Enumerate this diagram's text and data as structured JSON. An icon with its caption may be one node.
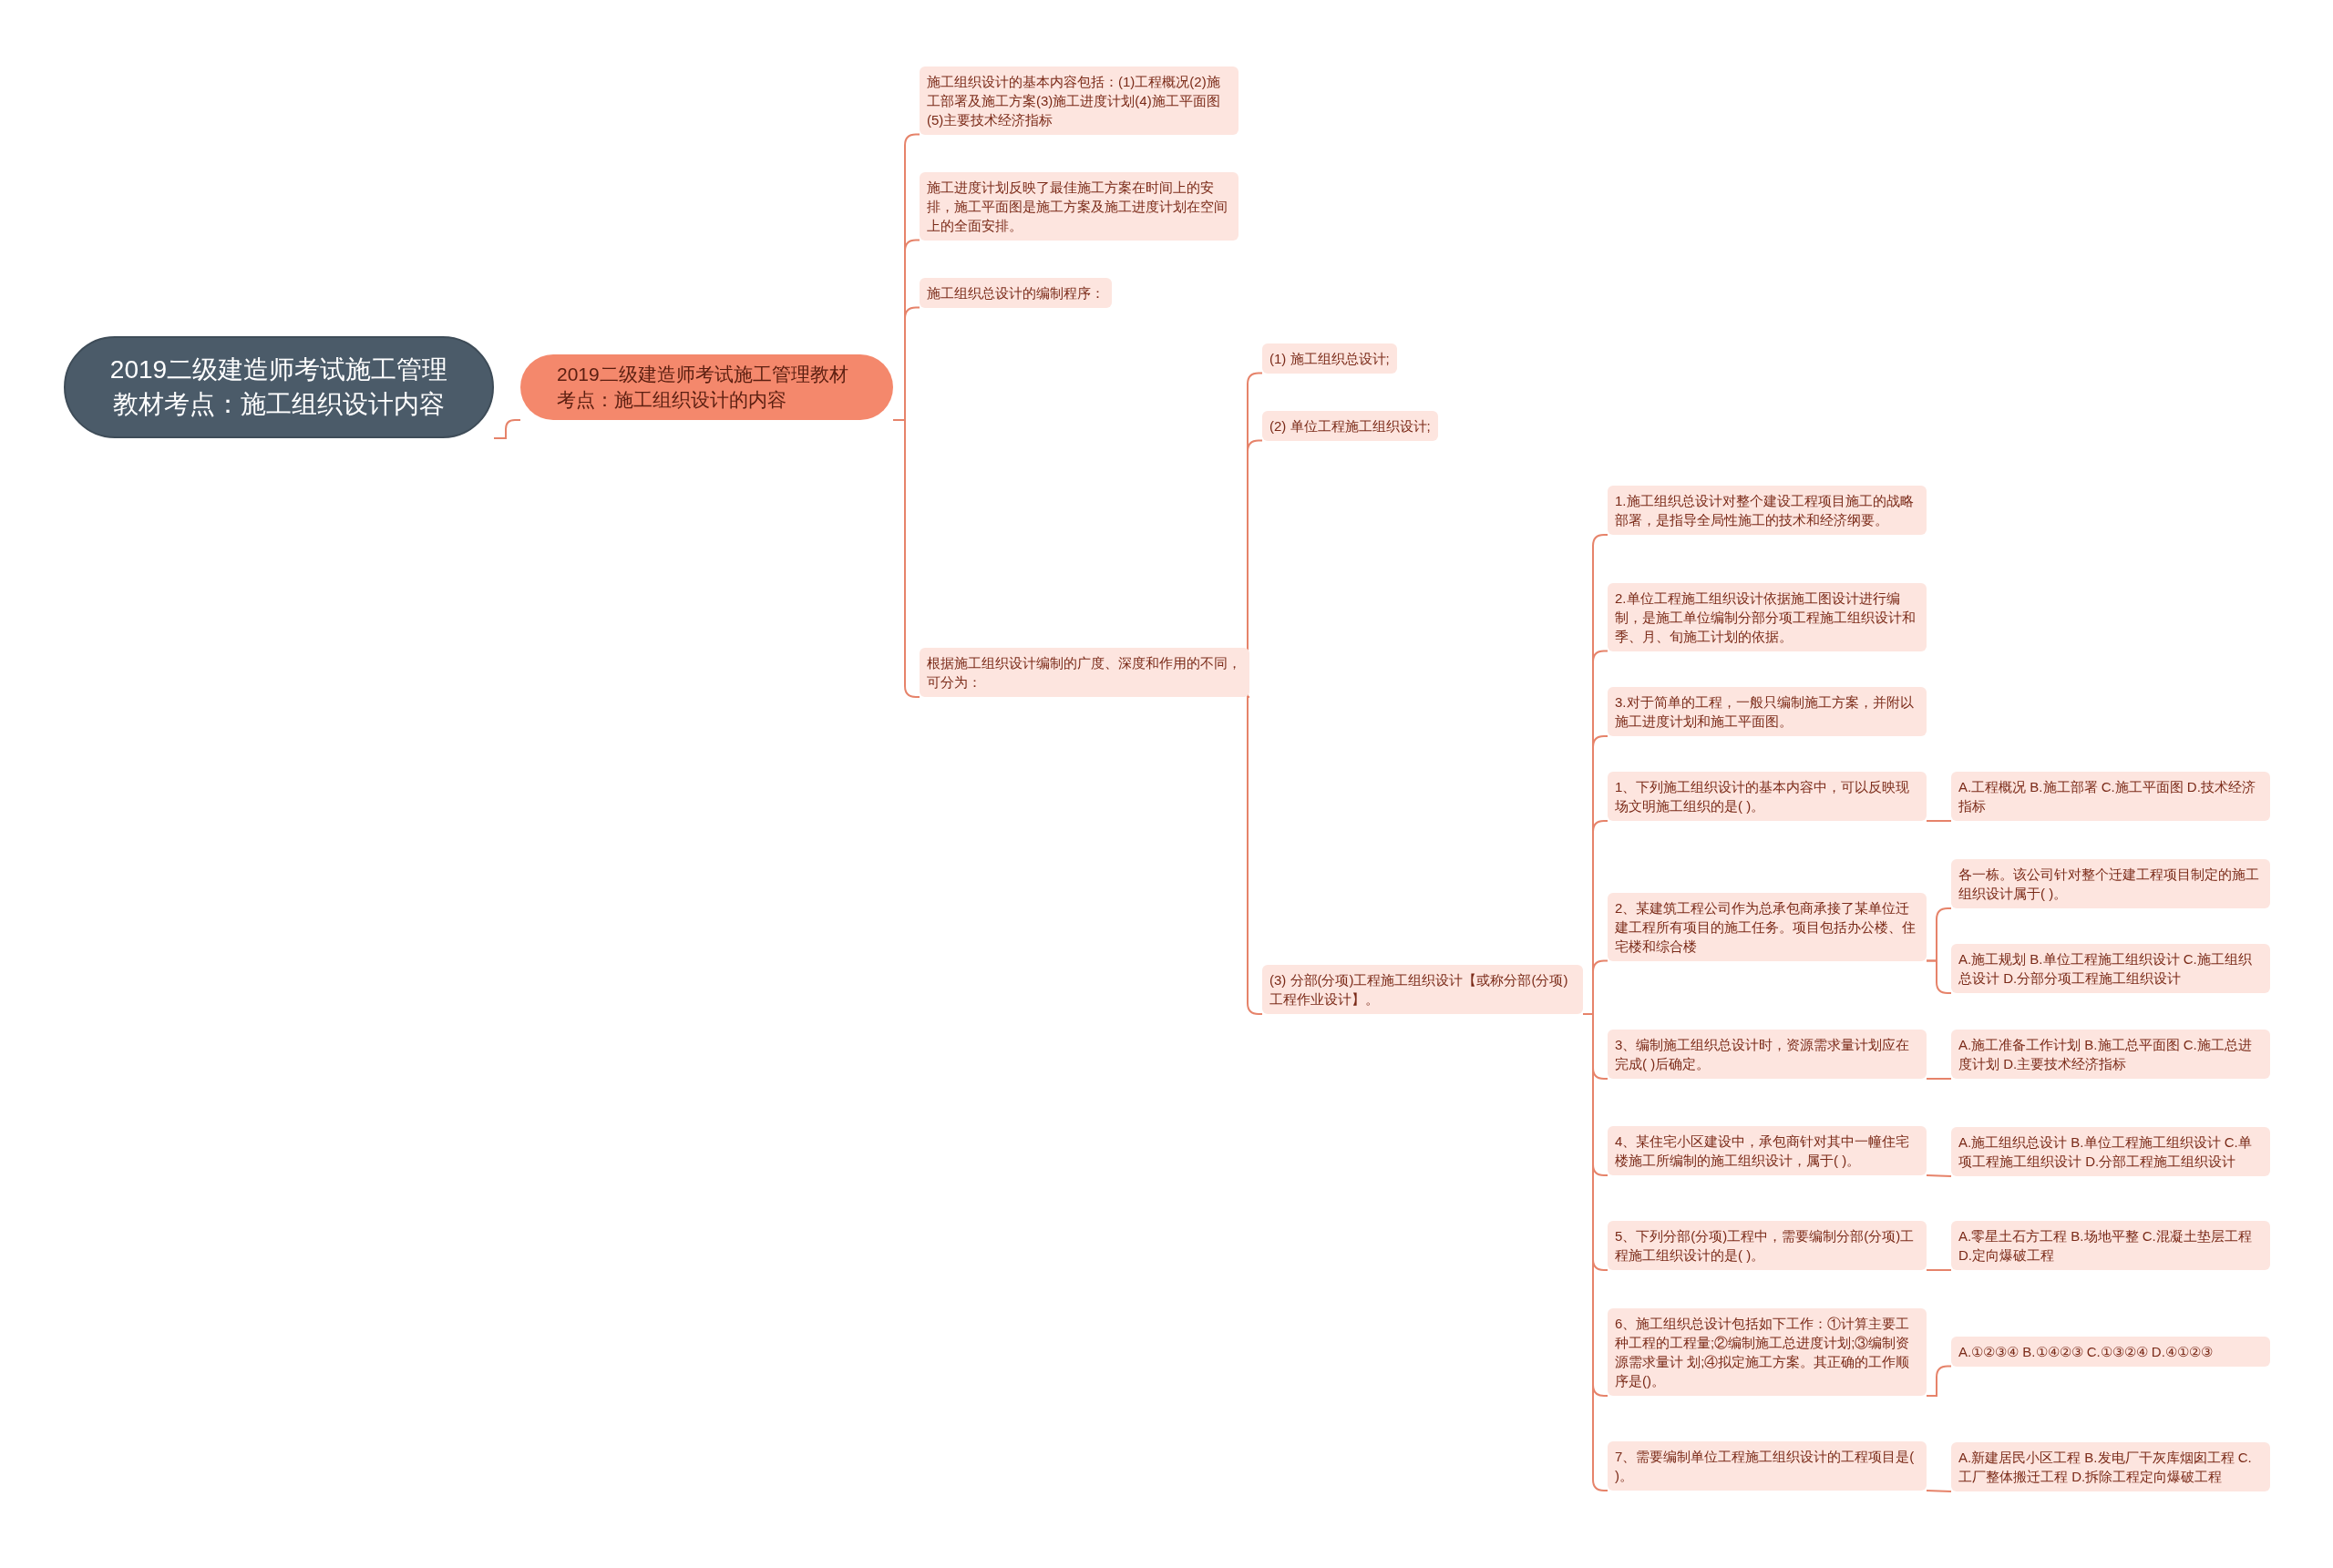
{
  "diagram": {
    "nodes": [
      {
        "text": [
          "2019二级建造师考试施工管理教材考点：施工组织设计内容"
        ]
      },
      {
        "text": [
          "2019二级建造师考试施工管理教材考点：施工组织设计的内容"
        ]
      },
      {
        "text": [
          "施工组织设计的基本内容包括：(1)工程概况(2)施工部署及施工方案(3)施工进度计划(4)施工平面图(5)主要技术经济指标"
        ]
      },
      {
        "text": [
          "施工进度计划反映了最佳施工方案在时间上的安排，施工平面图是施工方案及施工进度计划在空间上的全面安排。"
        ]
      },
      {
        "text": [
          "施工组织总设计的编制程序："
        ]
      },
      {
        "text": [
          "根据施工组织设计编制的广度、深度和作用的不同，可分为："
        ]
      },
      {
        "text": [
          "(1) 施工组织总设计;"
        ]
      },
      {
        "text": [
          "(2) 单位工程施工组织设计;"
        ]
      },
      {
        "text": [
          "(3) 分部(分项)工程施工组织设计【或称分部(分项)工程作业设计】。"
        ]
      },
      {
        "text": [
          "1.施工组织总设计对整个建设工程项目施工的战略部署，是指导全局性施工的技术和经济纲要。"
        ]
      },
      {
        "text": [
          "2.单位工程施工组织设计依据施工图设计进行编制，是施工单位编制分部分项工程施工组织设计和季、月、旬施工计划的依据。"
        ]
      },
      {
        "text": [
          "3.对于简单的工程，一般只编制施工方案，并附以施工进度计划和施工平面图。"
        ]
      },
      {
        "text": [
          "1、下列施工组织设计的基本内容中，可以反映现场文明施工组织的是( )。"
        ]
      },
      {
        "text": [
          "2、某建筑工程公司作为总承包商承接了某单位迁建工程所有项目的施工任务。项目包括办公楼、住宅楼和综合楼"
        ]
      },
      {
        "text": [
          "3、编制施工组织总设计时，资源需求量计划应在完成( )后确定。"
        ]
      },
      {
        "text": [
          "4、某住宅小区建设中，承包商针对其中一幢住宅楼施工所编制的施工组织设计，属于( )。"
        ]
      },
      {
        "text": [
          "5、下列分部(分项)工程中，需要编制分部(分项)工程施工组织设计的是( )。"
        ]
      },
      {
        "text": [
          "6、施工组织总设计包括如下工作：①计算主要工种工程的工程量;②编制施工总进度计划;③编制资源需求量计 划;④拟定施工方案。其正确的工作顺序是()。"
        ]
      },
      {
        "text": [
          "7、需要编制单位工程施工组织设计的工程项目是( )。"
        ]
      },
      {
        "text": [
          "A.工程概况 B.施工部署 C.施工平面图 D.技术经济指标"
        ]
      },
      {
        "text": [
          "各一栋。该公司针对整个迁建工程项目制定的施工组织设计属于( )。"
        ]
      },
      {
        "text": [
          "A.施工规划 B.单位工程施工组织设计 C.施工组织总设计 D.分部分项工程施工组织设计"
        ]
      },
      {
        "text": [
          "A.施工准备工作计划 B.施工总平面图 C.施工总进度计划 D.主要技术经济指标"
        ]
      },
      {
        "text": [
          "A.施工组织总设计 B.单位工程施工组织设计 C.单项工程施工组织设计 D.分部工程施工组织设计"
        ]
      },
      {
        "text": [
          "A.零星土石方工程 B.场地平整 C.混凝土垫层工程 D.定向爆破工程"
        ]
      },
      {
        "text": [
          "A.①②③④ B.①④②③ C.①③②④ D.④①②③"
        ]
      },
      {
        "text": [
          "A.新建居民小区工程 B.发电厂干灰库烟囱工程 C.工厂整体搬迁工程 D.拆除工程定向爆破工程"
        ]
      }
    ],
    "edges": [
      {
        "from": 0,
        "to": 1,
        "arrow": "none"
      },
      {
        "from": 1,
        "to": 2,
        "arrow": "none"
      },
      {
        "from": 1,
        "to": 3,
        "arrow": "none"
      },
      {
        "from": 1,
        "to": 4,
        "arrow": "none"
      },
      {
        "from": 1,
        "to": 5,
        "arrow": "none"
      },
      {
        "from": 5,
        "to": 6,
        "arrow": "none"
      },
      {
        "from": 5,
        "to": 7,
        "arrow": "none"
      },
      {
        "from": 5,
        "to": 8,
        "arrow": "none"
      },
      {
        "from": 8,
        "to": 9,
        "arrow": "none"
      },
      {
        "from": 8,
        "to": 10,
        "arrow": "none"
      },
      {
        "from": 8,
        "to": 11,
        "arrow": "none"
      },
      {
        "from": 8,
        "to": 12,
        "arrow": "none"
      },
      {
        "from": 8,
        "to": 13,
        "arrow": "none"
      },
      {
        "from": 8,
        "to": 14,
        "arrow": "none"
      },
      {
        "from": 8,
        "to": 15,
        "arrow": "none"
      },
      {
        "from": 8,
        "to": 16,
        "arrow": "none"
      },
      {
        "from": 8,
        "to": 17,
        "arrow": "none"
      },
      {
        "from": 8,
        "to": 18,
        "arrow": "none"
      },
      {
        "from": 12,
        "to": 19,
        "arrow": "none"
      },
      {
        "from": 13,
        "to": 20,
        "arrow": "none"
      },
      {
        "from": 13,
        "to": 21,
        "arrow": "none"
      },
      {
        "from": 14,
        "to": 22,
        "arrow": "none"
      },
      {
        "from": 15,
        "to": 23,
        "arrow": "none"
      },
      {
        "from": 16,
        "to": 24,
        "arrow": "none"
      },
      {
        "from": 17,
        "to": 25,
        "arrow": "none"
      },
      {
        "from": 18,
        "to": 26,
        "arrow": "none"
      }
    ]
  }
}
